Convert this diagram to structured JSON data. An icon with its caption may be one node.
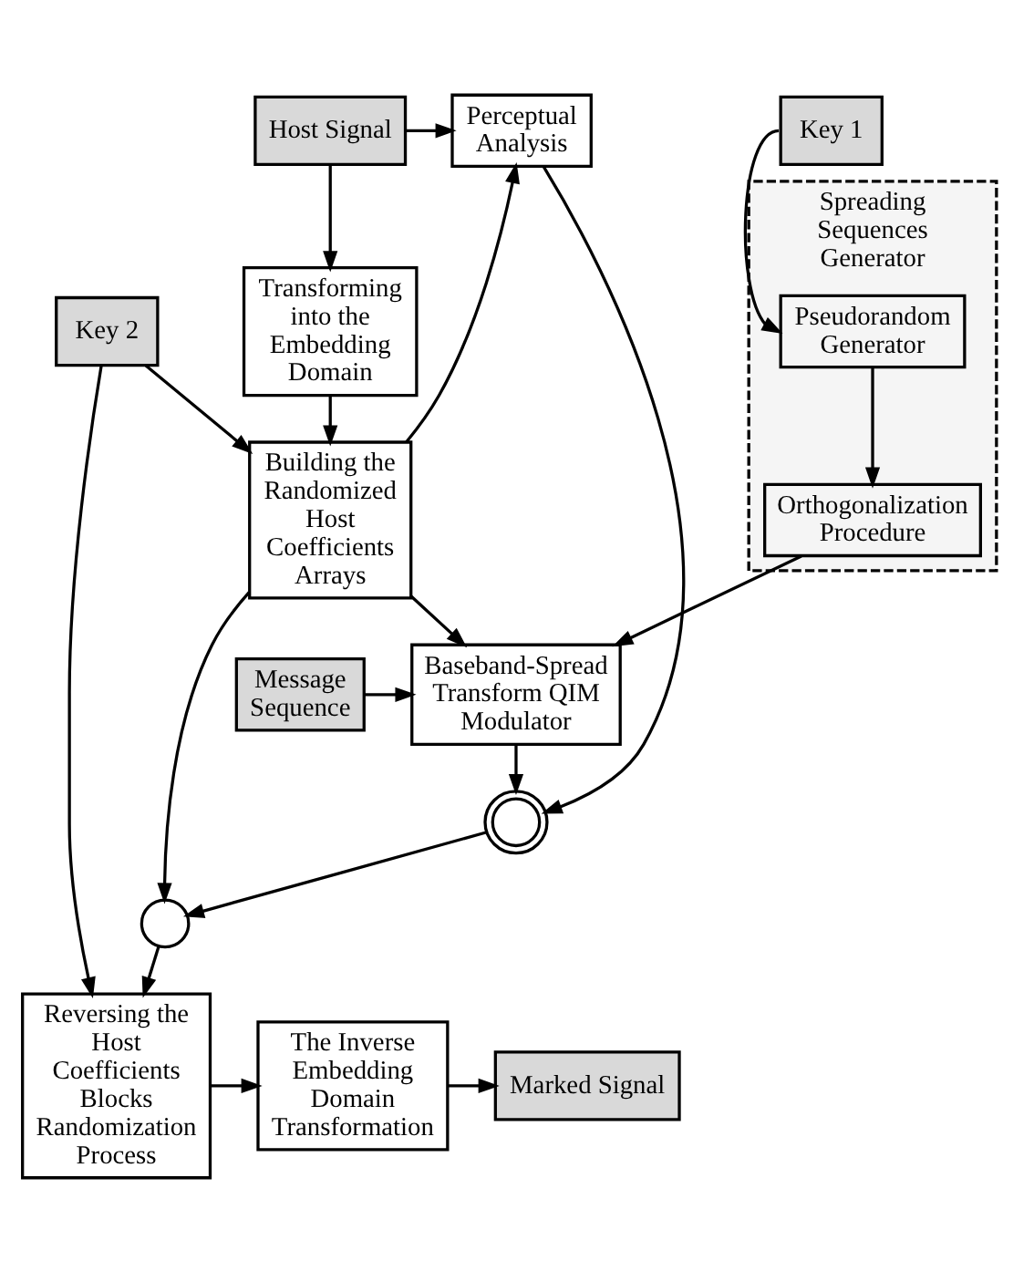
{
  "diagram": {
    "nodes": [
      {
        "text": [
          "Host Signal"
        ]
      },
      {
        "text": [
          "Perceptual Analysis"
        ]
      },
      {
        "text": [
          "Key 1"
        ]
      },
      {
        "text": [
          "Spreading Sequences Generator"
        ]
      },
      {
        "text": [
          "Pseudorandom Generator"
        ],
        "in": 3
      },
      {
        "text": [
          "Orthogonalization Procedure"
        ],
        "in": 3
      },
      {
        "text": [
          "Transforming into the Embedding Domain"
        ]
      },
      {
        "text": [
          "Building the Randomized Host Coefficients Arrays"
        ]
      },
      {
        "text": [
          "Baseband-Spread Transform QIM Modulator"
        ]
      },
      {
        "text": [
          "Message Sequence"
        ]
      },
      {
        "text": [
          "Key 2"
        ]
      },
      {
        "text": [],
        "shape": "circle"
      },
      {
        "text": [],
        "shape": "circle"
      },
      {
        "text": [
          "Reversing the Host Coefficients Blocks Randomization Process"
        ]
      },
      {
        "text": [
          "The Inverse Embedding Domain Transformation"
        ]
      },
      {
        "text": [
          "Marked Signal"
        ]
      }
    ],
    "edges": [
      {
        "from": 0,
        "to": 1,
        "arrow": "to"
      },
      {
        "from": 0,
        "to": 6,
        "arrow": "to"
      },
      {
        "from": 6,
        "to": 7,
        "arrow": "to"
      },
      {
        "from": 7,
        "to": 8,
        "arrow": "to"
      },
      {
        "from": 7,
        "to": 1,
        "arrow": "to"
      },
      {
        "from": 1,
        "to": 12,
        "arrow": "to"
      },
      {
        "from": 2,
        "to": 4,
        "arrow": "to"
      },
      {
        "from": 4,
        "to": 5,
        "arrow": "to"
      },
      {
        "from": 5,
        "to": 8,
        "arrow": "to"
      },
      {
        "from": 9,
        "to": 8,
        "arrow": "to"
      },
      {
        "from": 8,
        "to": 12,
        "arrow": "to"
      },
      {
        "from": 12,
        "to": 11,
        "arrow": "to"
      },
      {
        "from": 7,
        "to": 11,
        "arrow": "to"
      },
      {
        "from": 10,
        "to": 7,
        "arrow": "to"
      },
      {
        "from": 10,
        "to": 13,
        "arrow": "to"
      },
      {
        "from": 11,
        "to": 13,
        "arrow": "to"
      },
      {
        "from": 13,
        "to": 14,
        "arrow": "to"
      },
      {
        "from": 14,
        "to": 15,
        "arrow": "to"
      }
    ]
  }
}
